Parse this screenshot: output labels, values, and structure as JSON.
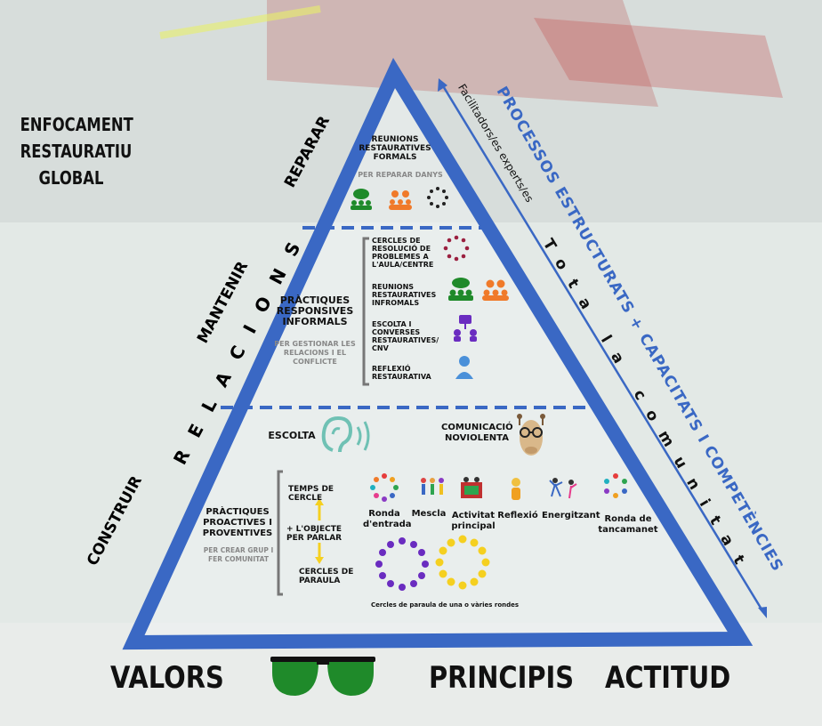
{
  "title_lines": [
    "ENFOCAMENT",
    "RESTAURATIU",
    "GLOBAL"
  ],
  "relations": {
    "word": "RELACIONS",
    "reparar": "REPARAR",
    "mantenir": "MANTENIR",
    "construir": "CONSTRUIR"
  },
  "right_side": {
    "processes": "PROCESSOS ESTRUCTURATS + CAPACITATS I COMPETÈNCIES",
    "facilitators": "Facilitadors/es experts/es",
    "community": "Tota la comunitat"
  },
  "top": {
    "title": "REUNIONS RESTAURATIVES FORMALS",
    "sub": "PER REPARAR DANYS"
  },
  "middle": {
    "title": "PRÀCTIQUES RESPONSIVES INFORMALS",
    "sub": "PER GESTIONAR LES RELACIONS I EL CONFLICTE",
    "items": [
      "CERCLES DE RESOLUCIÓ DE PROBLEMES A L'AULA/CENTRE",
      "REUNIONS RESTAURATIVES INFROMALS",
      "ESCOLTA I CONVERSES RESTAURATIVES/ CNV",
      "REFLEXIÓ RESTAURATIVA"
    ]
  },
  "bottom": {
    "escolta": "ESCOLTA",
    "cnv": "COMUNICACIÓ NOVIOLENTA",
    "title": "PRÀCTIQUES PROACTIVES I PROVENTIVES",
    "sub": "PER CREAR GRUP I FER COMUNITAT",
    "steps": [
      "TEMPS DE CERCLE",
      "+ L'OBJECTE PER PARLAR",
      "CERCLES DE PARAULA"
    ],
    "activities": [
      "Ronda d'entrada",
      "Mescla",
      "Activitat principal",
      "Reflexió",
      "Energitzant",
      "Ronda de tancamanet"
    ],
    "circles_caption": "Cercles de paraula de una o vàries rondes"
  },
  "footer": {
    "valors": "VALORS",
    "principis": "PRINCIPIS",
    "actitud": "ACTITUD"
  },
  "colors": {
    "blue": "#3a68c4",
    "green": "#1f8a2a",
    "orange": "#f07a2a",
    "purple": "#6a2cc0",
    "yellow": "#f5d020"
  }
}
